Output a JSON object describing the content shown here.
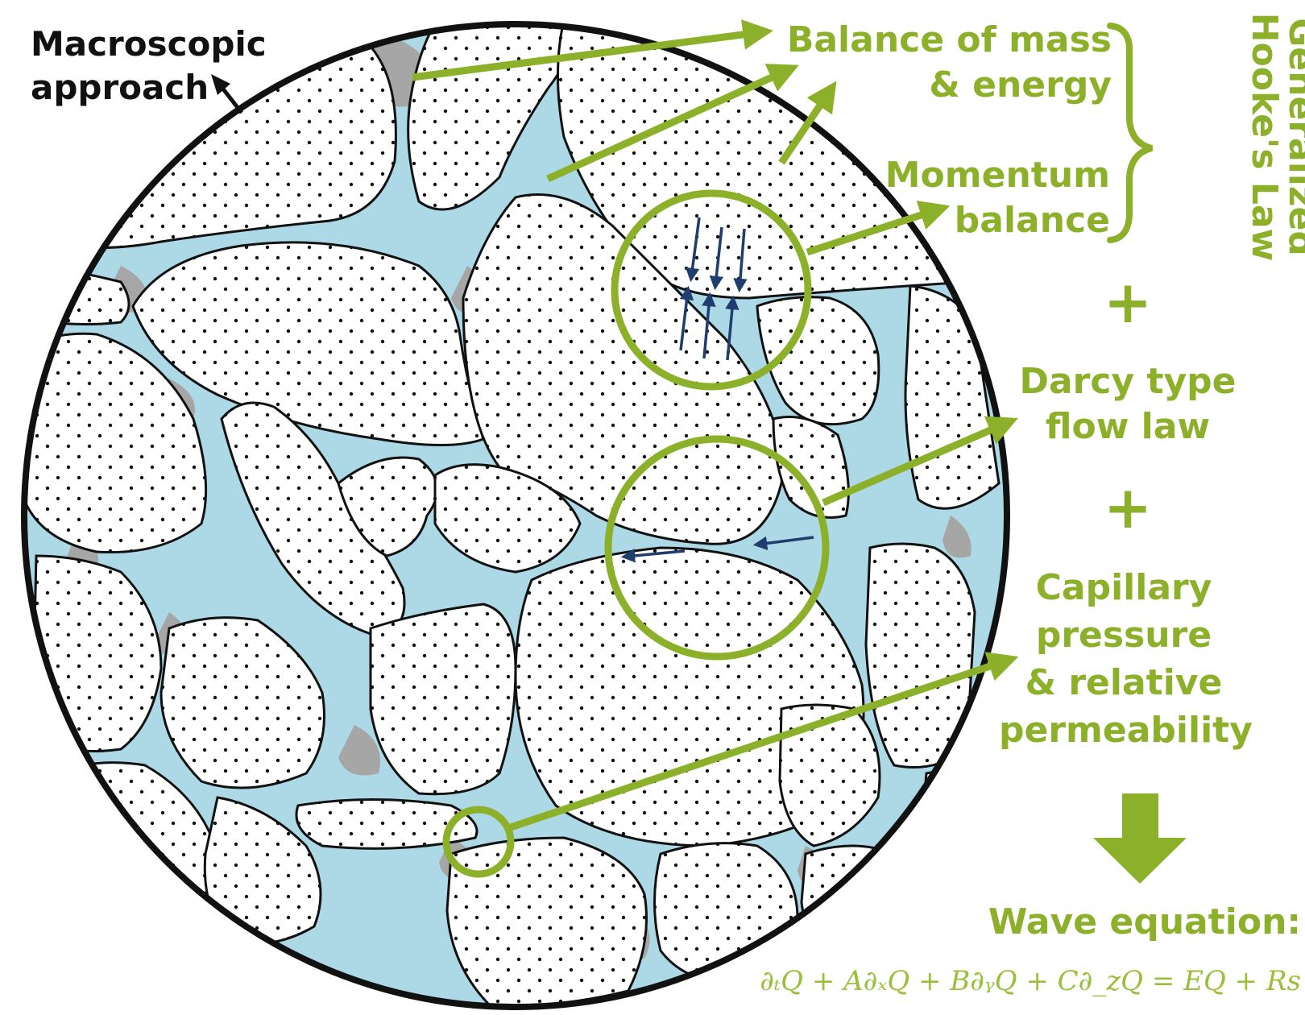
{
  "diagram": {
    "macroscopic": [
      "Macroscopic",
      "approach"
    ],
    "mass_energy": [
      "Balance of mass",
      "& energy"
    ],
    "momentum": [
      "Momentum",
      "balance"
    ],
    "hooke": [
      "Generalized",
      "Hooke's Law"
    ],
    "plus_1": "+",
    "darcy": [
      "Darcy type",
      "flow law"
    ],
    "plus_2": "+",
    "capillary": [
      "Capillary",
      "pressure",
      "& relative",
      "permeability"
    ],
    "wave_title": "Wave equation:",
    "wave_formula": "∂ₜQ + A∂ₓQ + B∂ᵧQ + C∂_zQ = EQ + Rs",
    "colors": {
      "accent_green": "#8db02a",
      "pore_fluid": "#add8e6",
      "grain_contact": "#a6a6a6",
      "flow_arrow": "#1f3e6e",
      "outline": "#111111"
    }
  }
}
